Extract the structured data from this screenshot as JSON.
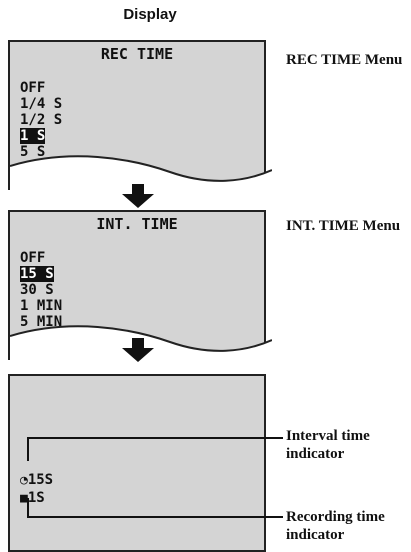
{
  "header": {
    "title": "Display"
  },
  "rec_menu": {
    "title": "REC TIME",
    "items": [
      {
        "label": "OFF",
        "selected": false
      },
      {
        "label": "1/4 S",
        "selected": false
      },
      {
        "label": "1/2 S",
        "selected": false
      },
      {
        "label": "1 S",
        "selected": true
      },
      {
        "label": "5 S",
        "selected": false
      }
    ],
    "side_label": "REC TIME Menu"
  },
  "int_menu": {
    "title": "INT. TIME",
    "items": [
      {
        "label": "OFF",
        "selected": false
      },
      {
        "label": "15 S",
        "selected": true
      },
      {
        "label": "30 S",
        "selected": false
      },
      {
        "label": "1 MIN",
        "selected": false
      },
      {
        "label": "5 MIN",
        "selected": false
      }
    ],
    "side_label": "INT. TIME Menu"
  },
  "display": {
    "interval_value": "15S",
    "recording_value": "1S",
    "interval_icon": "timer-icon",
    "recording_icon": "camera-icon"
  },
  "callouts": {
    "interval_line1": "Interval time",
    "interval_line2": "indicator",
    "recording_line1": "Recording time",
    "recording_line2": "indicator"
  }
}
